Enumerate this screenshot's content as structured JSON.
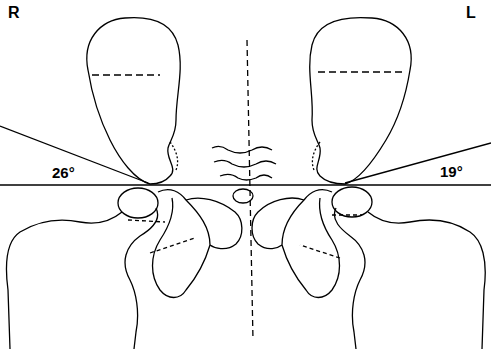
{
  "diagram": {
    "labels": [
      "R",
      "L",
      "26°",
      "19°"
    ]
  }
}
